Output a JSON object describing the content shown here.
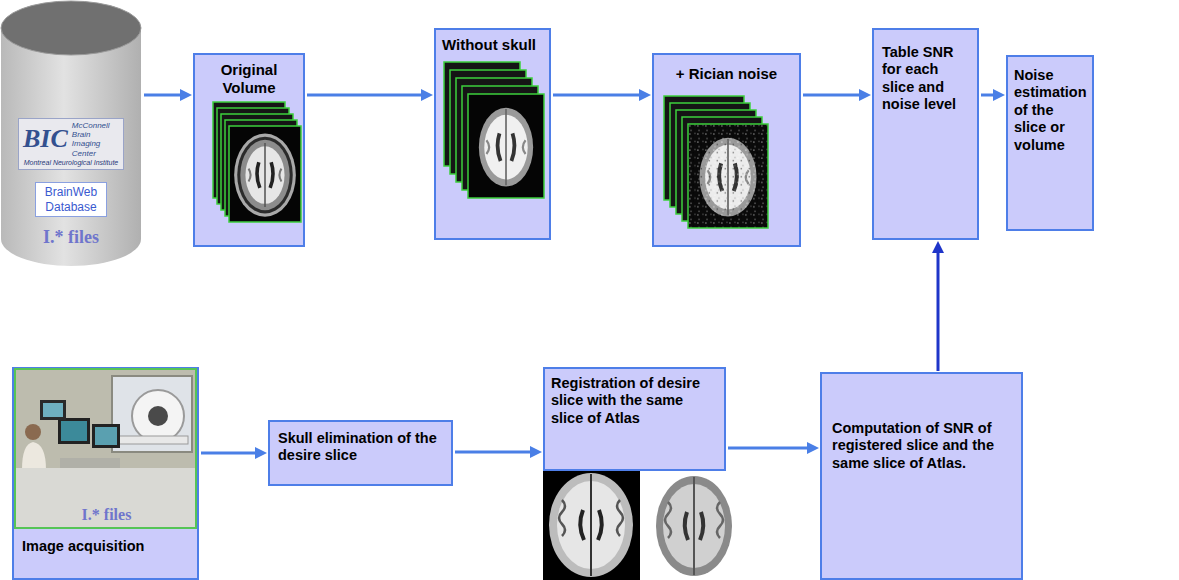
{
  "diagram": {
    "nodes": [
      {
        "text": [
          "BIC",
          "McConnell Brain Imaging Center",
          "Montreal Neurological Institute",
          "BrainWeb Database",
          "I.* files"
        ]
      },
      {
        "text": [
          "Original Volume"
        ]
      },
      {
        "text": [
          "Without skull"
        ]
      },
      {
        "text": [
          "+ Rician noise"
        ]
      },
      {
        "text": [
          "Table SNR for each slice and noise level"
        ]
      },
      {
        "text": [
          "Noise estimation of the slice or volume"
        ]
      },
      {
        "text": [
          "I.* files",
          "Image acquisition"
        ]
      },
      {
        "text": [
          "Skull elimination of the desire slice"
        ]
      },
      {
        "text": [
          "Registration of desire slice with the same slice of Atlas"
        ]
      },
      {
        "text": [
          "Computation of SNR of registered slice and the same slice of Atlas."
        ]
      }
    ],
    "edges": [
      {
        "from": 0,
        "to": 1,
        "arrow": "to"
      },
      {
        "from": 1,
        "to": 2,
        "arrow": "to"
      },
      {
        "from": 2,
        "to": 3,
        "arrow": "to"
      },
      {
        "from": 3,
        "to": 4,
        "arrow": "to"
      },
      {
        "from": 4,
        "to": 5,
        "arrow": "to"
      },
      {
        "from": 6,
        "to": 7,
        "arrow": "to"
      },
      {
        "from": 7,
        "to": 8,
        "arrow": "to"
      },
      {
        "from": 8,
        "to": 9,
        "arrow": "to"
      },
      {
        "from": 9,
        "to": 4,
        "arrow": "to"
      }
    ]
  }
}
